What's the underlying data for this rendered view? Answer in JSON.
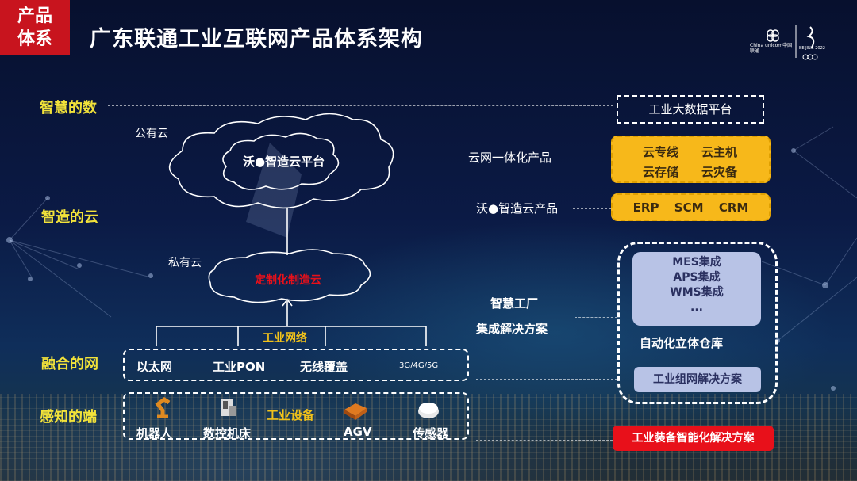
{
  "tag": {
    "line1": "产品",
    "line2": "体系"
  },
  "title": "广东联通工业互联网产品体系架构",
  "logo": {
    "brand": "China unicom中国联通",
    "event": "BEIJING 2022"
  },
  "layers": {
    "data": "智慧的数",
    "cloud": "智造的云",
    "network": "融合的网",
    "terminal": "感知的端"
  },
  "clouds": {
    "public_label": "公有云",
    "public_name": "沃●智造云平台",
    "private_label": "私有云",
    "private_name": "定制化制造云"
  },
  "network": {
    "title": "工业网络",
    "items": [
      "以太网",
      "工业PON",
      "无线覆盖",
      "3G/4G/5G"
    ]
  },
  "devices": {
    "title": "工业设备",
    "items": [
      {
        "label": "机器人",
        "icon": "robot-arm-icon"
      },
      {
        "label": "数控机床",
        "icon": "cnc-machine-icon"
      },
      {
        "label": "AGV",
        "icon": "agv-icon"
      },
      {
        "label": "传感器",
        "icon": "sensor-icon"
      }
    ]
  },
  "right": {
    "bigdata": "工业大数据平台",
    "cloudnet_label": "云网一体化产品",
    "cloudnet_items": [
      "云专线",
      "云主机",
      "云存储",
      "云灾备"
    ],
    "wo_label": "沃●智造云产品",
    "wo_items": [
      "ERP",
      "SCM",
      "CRM"
    ],
    "factory_label1": "智慧工厂",
    "factory_label2": "集成解决方案",
    "integration_items": [
      "MES集成",
      "APS集成",
      "WMS集成",
      "..."
    ],
    "warehouse": "自动化立体仓库",
    "networking": "工业组网解决方案",
    "equipment": "工业装备智能化解决方案"
  },
  "colors": {
    "accent_red": "#c8141e",
    "layer_yellow": "#f2e23a",
    "product_yellow": "#f7b81a",
    "panel_blue": "#b8c3e6",
    "alert_red": "#e8101a"
  }
}
